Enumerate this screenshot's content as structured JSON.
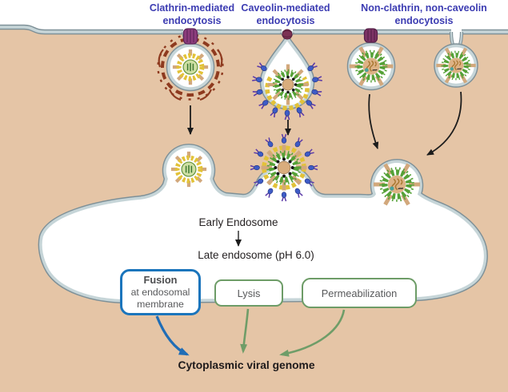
{
  "pathways": [
    {
      "label_line1": "Clathrin-mediated",
      "label_line2": "endocytosis"
    },
    {
      "label_line1": "Caveolin-mediated",
      "label_line2": "endocytosis"
    },
    {
      "label_line1": "Non-clathrin, non-caveolin",
      "label_line2": "endocytosis"
    }
  ],
  "endosome": {
    "early": "Early Endosome",
    "late": "Late endosome (pH 6.0)"
  },
  "outcomes": {
    "fusion_title": "Fusion",
    "fusion_line2": "at endosomal",
    "fusion_line3": "membrane",
    "lysis": "Lysis",
    "permeabilization": "Permeabilization"
  },
  "result": "Cytoplasmic viral genome",
  "colors": {
    "cytoplasm_tan": "#e5c5a6",
    "membrane_band": "#c6d5d8",
    "membrane_edge": "#7e9097",
    "label_blue": "#3c3cb2",
    "fusion_box_border": "#1b75bc",
    "outcome_box_border": "#6d9c67",
    "arrow_blue": "#1f6db6",
    "arrow_green": "#6f9d68",
    "arrow_black": "#1c1c1c",
    "clathrin_coat_red": "#8e3a1f",
    "caveolin_dot_blue": "#3e5bc6",
    "caveolin_spike_purple": "#5b3aa8",
    "capsid_green": "#55a137",
    "capsid_yellow": "#e2c238",
    "virion_core_tan": "#d9ad7d",
    "spike_protein_tan": "#d2a87c",
    "neck_purple": "#8c3c7c",
    "neck_maroon": "#7c3154",
    "box_text_gray": "#58595b",
    "text_dark": "#262223"
  }
}
